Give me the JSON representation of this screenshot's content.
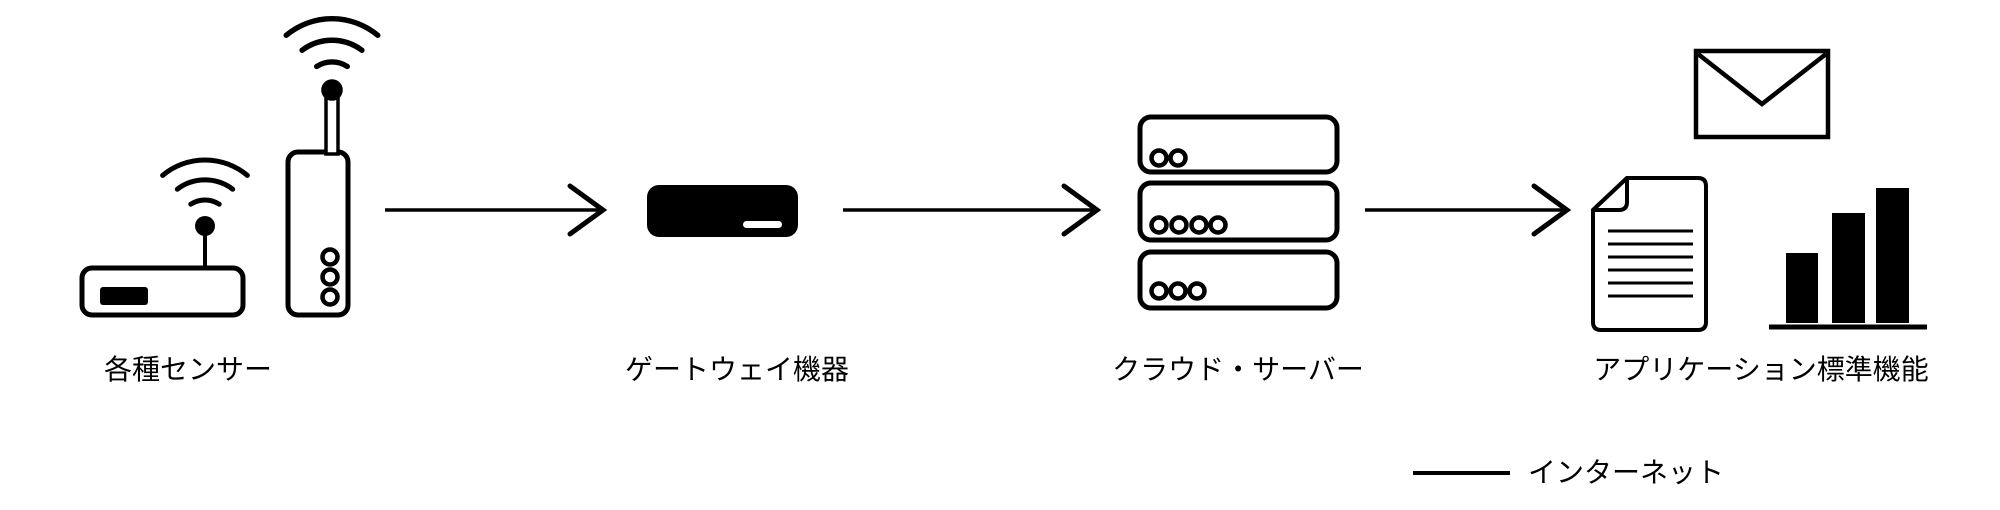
{
  "diagram": {
    "nodes": [
      {
        "label": "各種センサー",
        "icons": [
          "wifi-router-icon",
          "wifi-sensor-icon"
        ]
      },
      {
        "label": "ゲートウェイ機器",
        "icons": [
          "gateway-device-icon"
        ]
      },
      {
        "label": "クラウド・サーバー",
        "icons": [
          "server-stack-icon"
        ]
      },
      {
        "label": "アプリケーション標準機能",
        "icons": [
          "email-envelope-icon",
          "document-icon",
          "bar-chart-icon"
        ]
      }
    ],
    "connections": [
      {
        "from": "各種センサー",
        "to": "ゲートウェイ機器",
        "style": "arrow"
      },
      {
        "from": "ゲートウェイ機器",
        "to": "クラウド・サーバー",
        "style": "arrow"
      },
      {
        "from": "クラウド・サーバー",
        "to": "アプリケーション標準機能",
        "style": "arrow"
      }
    ],
    "legend": {
      "label": "インターネット",
      "symbol": "solid-line"
    },
    "colors": {
      "ink": "#000000",
      "background": "#ffffff"
    }
  }
}
